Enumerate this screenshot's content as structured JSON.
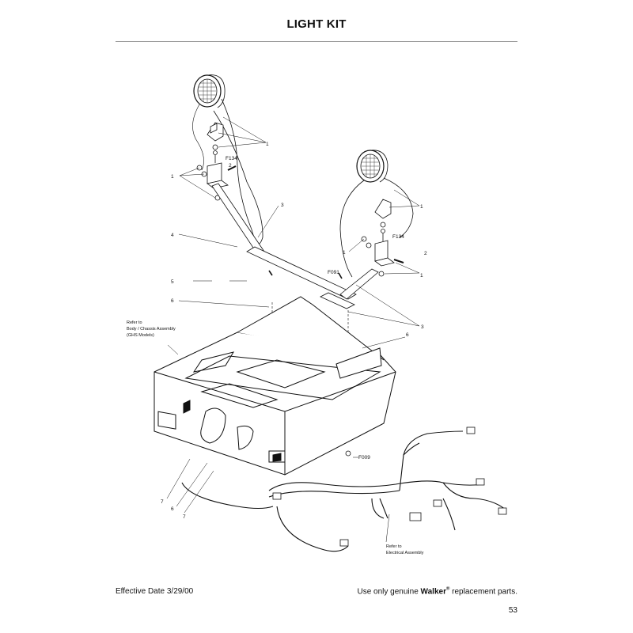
{
  "header": {
    "title": "LIGHT KIT"
  },
  "diagram": {
    "callouts": {
      "c1a": "1",
      "c1b": "1",
      "c1c": "1",
      "c1d": "1",
      "c1e": "1",
      "c2a": "2",
      "c2b": "2",
      "c3a": "3",
      "c3b": "3",
      "c4": "4",
      "c5": "5",
      "c6a": "6",
      "c6b": "6",
      "c6c": "6",
      "c7a": "7",
      "c7b": "7",
      "f134a": "F134",
      "f134b": "F134",
      "f091": "F091",
      "f009": "F009"
    },
    "notes": {
      "chassis": [
        "Refer to",
        "Body / Chassis Assembly",
        "(GHS Models)"
      ],
      "electrical": [
        "Refer to",
        "Electrical Assembly"
      ]
    }
  },
  "footer": {
    "effective_date": "Effective Date 3/29/00",
    "notice_prefix": "Use only genuine ",
    "brand": "Walker",
    "registered": "®",
    "notice_suffix": " replacement parts.",
    "page_number": "53"
  }
}
